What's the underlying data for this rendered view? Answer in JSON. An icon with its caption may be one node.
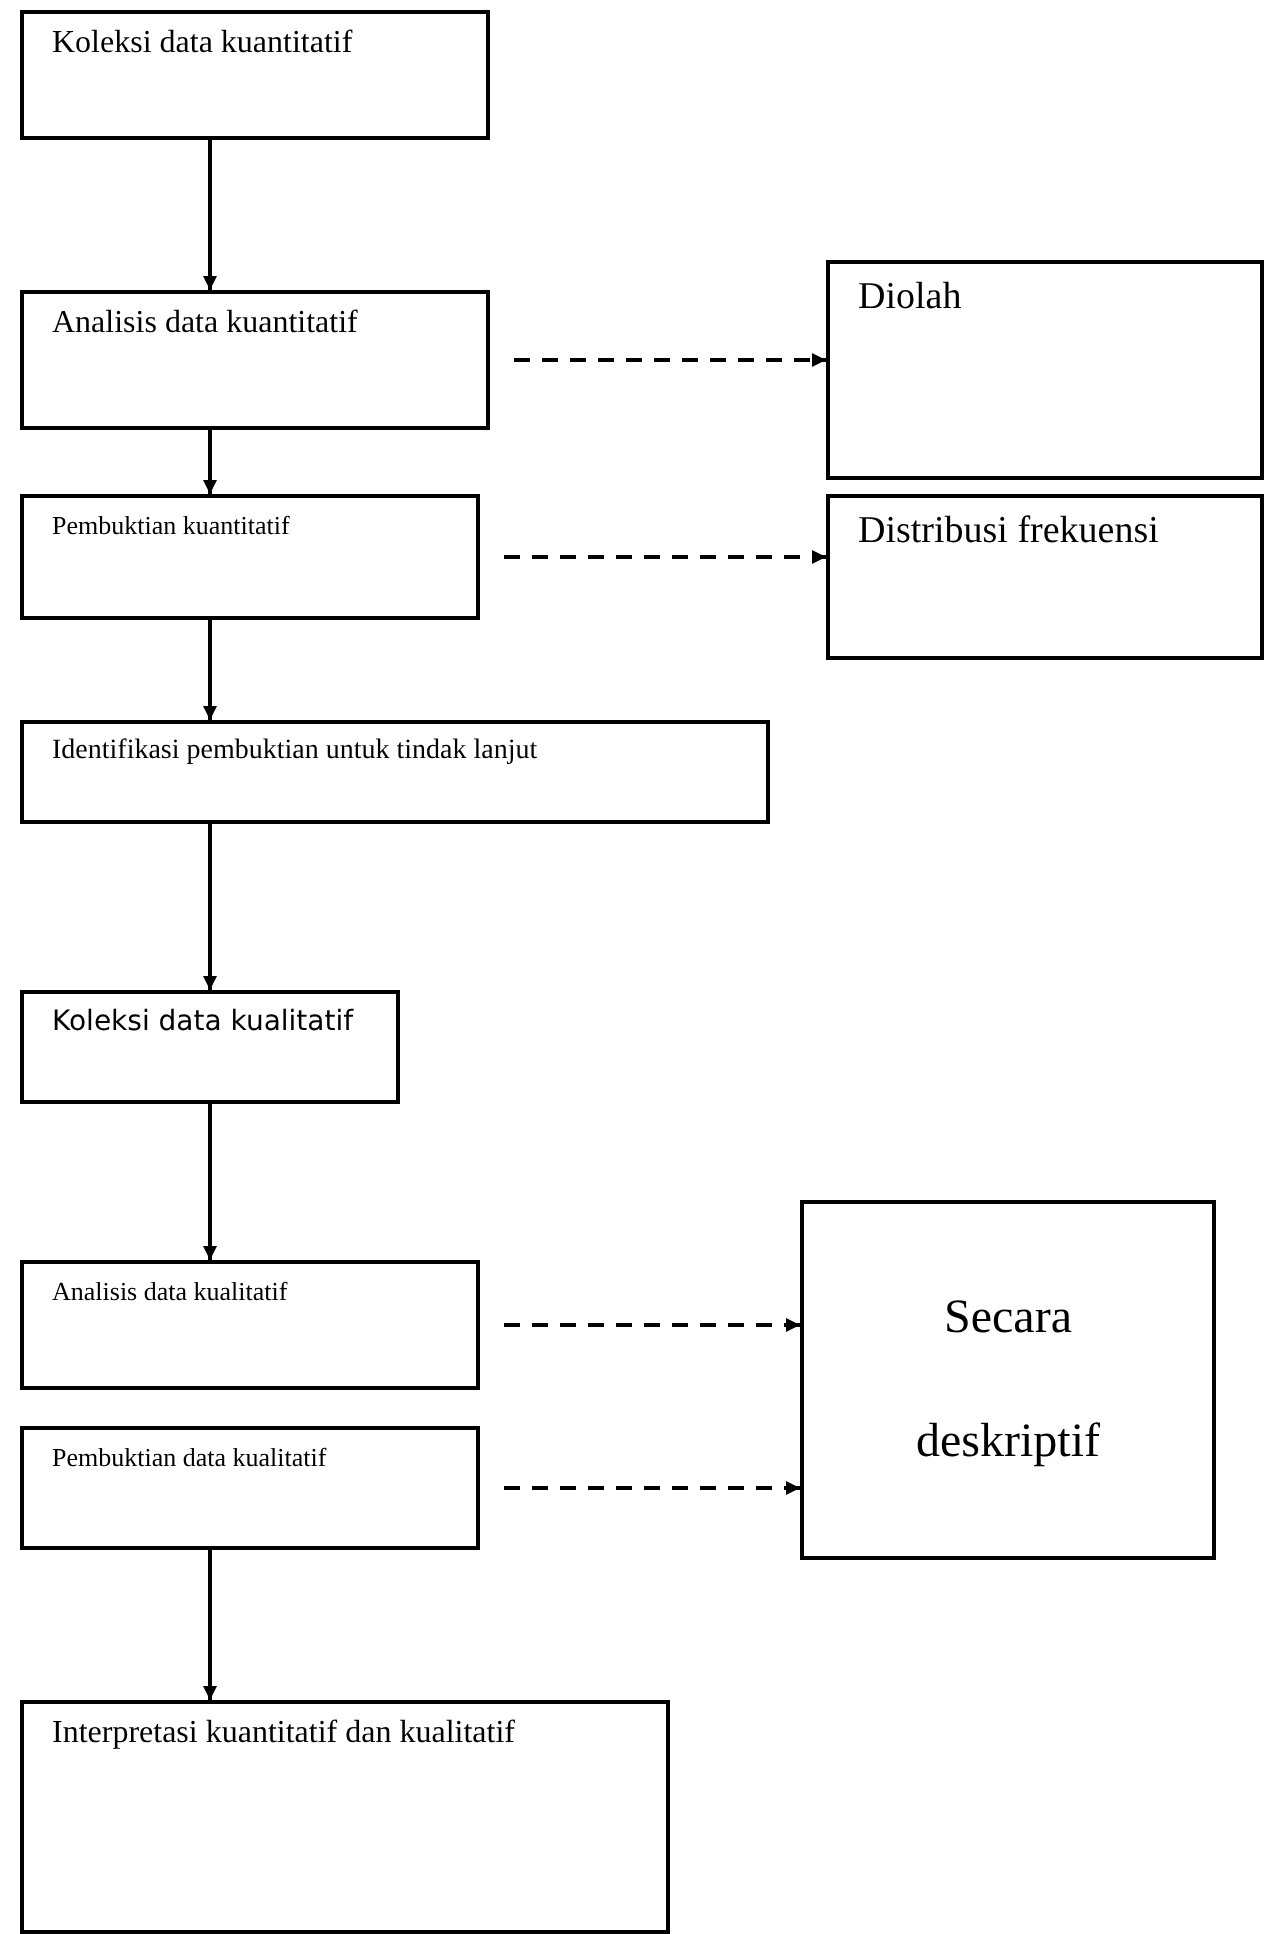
{
  "diagram": {
    "nodes": [
      {
        "text": [
          "Koleksi data kuantitatif"
        ]
      },
      {
        "text": [
          "Analisis data kuantitatif"
        ]
      },
      {
        "text": [
          "Diolah"
        ]
      },
      {
        "text": [
          "Pembuktian kuantitatif"
        ]
      },
      {
        "text": [
          "Distribusi frekuensi"
        ]
      },
      {
        "text": [
          "Identifikasi pembuktian untuk tindak lanjut"
        ]
      },
      {
        "text": [
          "Koleksi data kualitatif"
        ]
      },
      {
        "text": [
          "Analisis data kualitatif"
        ]
      },
      {
        "text": [
          "Secara deskriptif"
        ]
      },
      {
        "text": [
          "Pembuktian data kualitatif"
        ]
      },
      {
        "text": [
          "Interpretasi kuantitatif dan kualitatif"
        ]
      }
    ],
    "edges": [
      {
        "from": 0,
        "to": 1,
        "arrow": "to"
      },
      {
        "from": 1,
        "to": 2,
        "arrow": "to",
        "style": "dashed"
      },
      {
        "from": 1,
        "to": 3,
        "arrow": "to"
      },
      {
        "from": 3,
        "to": 4,
        "arrow": "to",
        "style": "dashed"
      },
      {
        "from": 3,
        "to": 5,
        "arrow": "to"
      },
      {
        "from": 5,
        "to": 6,
        "arrow": "to"
      },
      {
        "from": 6,
        "to": 7,
        "arrow": "to"
      },
      {
        "from": 7,
        "to": 8,
        "arrow": "to",
        "style": "dashed"
      },
      {
        "from": 9,
        "to": 8,
        "arrow": "to",
        "style": "dashed"
      },
      {
        "from": 9,
        "to": 10,
        "arrow": "to"
      }
    ]
  }
}
